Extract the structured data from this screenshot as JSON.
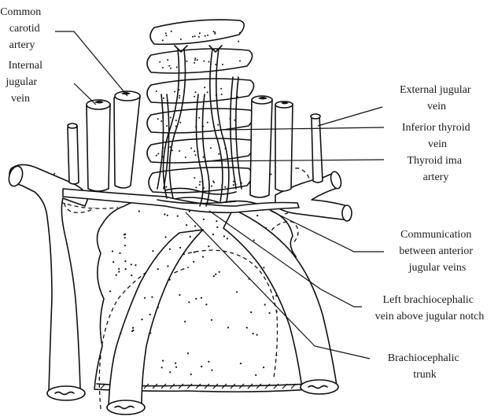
{
  "labels": {
    "common_carotid_artery": [
      "Common",
      "carotid",
      "artery"
    ],
    "internal_jugular_vein": [
      "Internal",
      "jugular",
      "vein"
    ],
    "external_jugular_vein": [
      "External jugular",
      "vein"
    ],
    "inferior_thyroid_vein": [
      "Inferior thyroid",
      "vein"
    ],
    "thyroid_ima_artery": [
      "Thyroid ima",
      "artery"
    ],
    "communication_anterior_jugular": [
      "Communication",
      "between anterior",
      "jugular veins"
    ],
    "left_brachiocephalic_vein": [
      "Left brachiocephalic",
      "vein above jugular notch"
    ],
    "brachiocephalic_trunk": [
      "Brachiocephalic",
      "trunk"
    ]
  }
}
